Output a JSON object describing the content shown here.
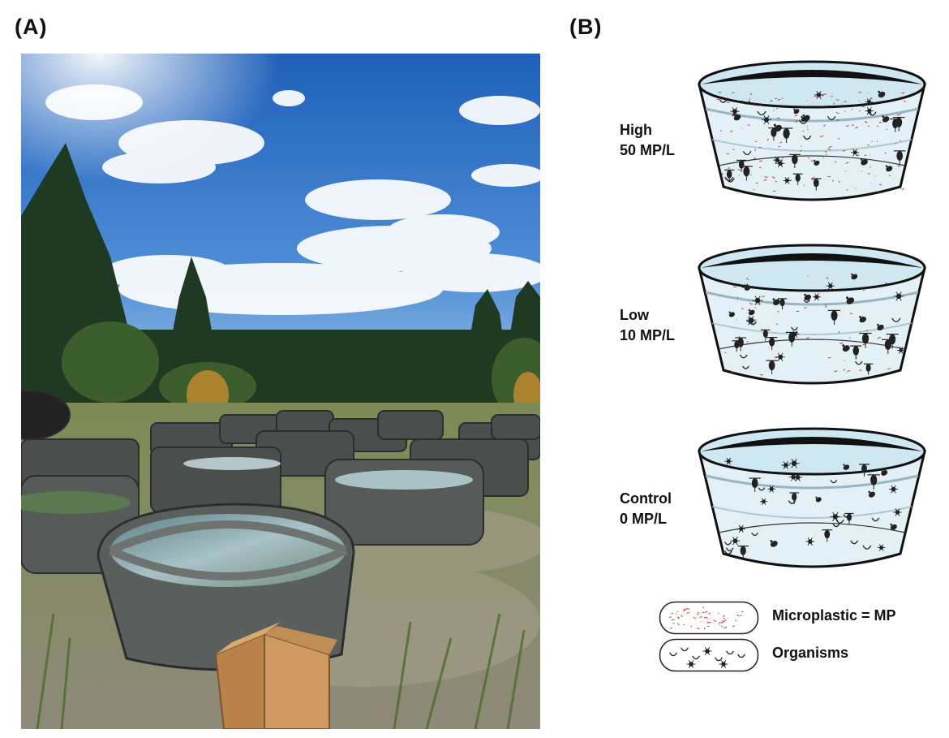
{
  "panel_a": {
    "label": "(A)"
  },
  "panel_b": {
    "label": "(B)",
    "treatments": [
      {
        "level": "High",
        "concentration": "50 MP/L",
        "microplastic_density": "high"
      },
      {
        "level": "Low",
        "concentration": "10 MP/L",
        "microplastic_density": "low"
      },
      {
        "level": "Control",
        "concentration": "0 MP/L",
        "microplastic_density": "none"
      }
    ],
    "legend": {
      "microplastic": "Microplastic = MP",
      "organisms": "Organisms"
    }
  },
  "colors": {
    "sky": "#2f6fc2",
    "water": "#d6ecf5",
    "tank_rim": "#111111",
    "microplastic": "#b03a3a",
    "organism": "#222222"
  }
}
